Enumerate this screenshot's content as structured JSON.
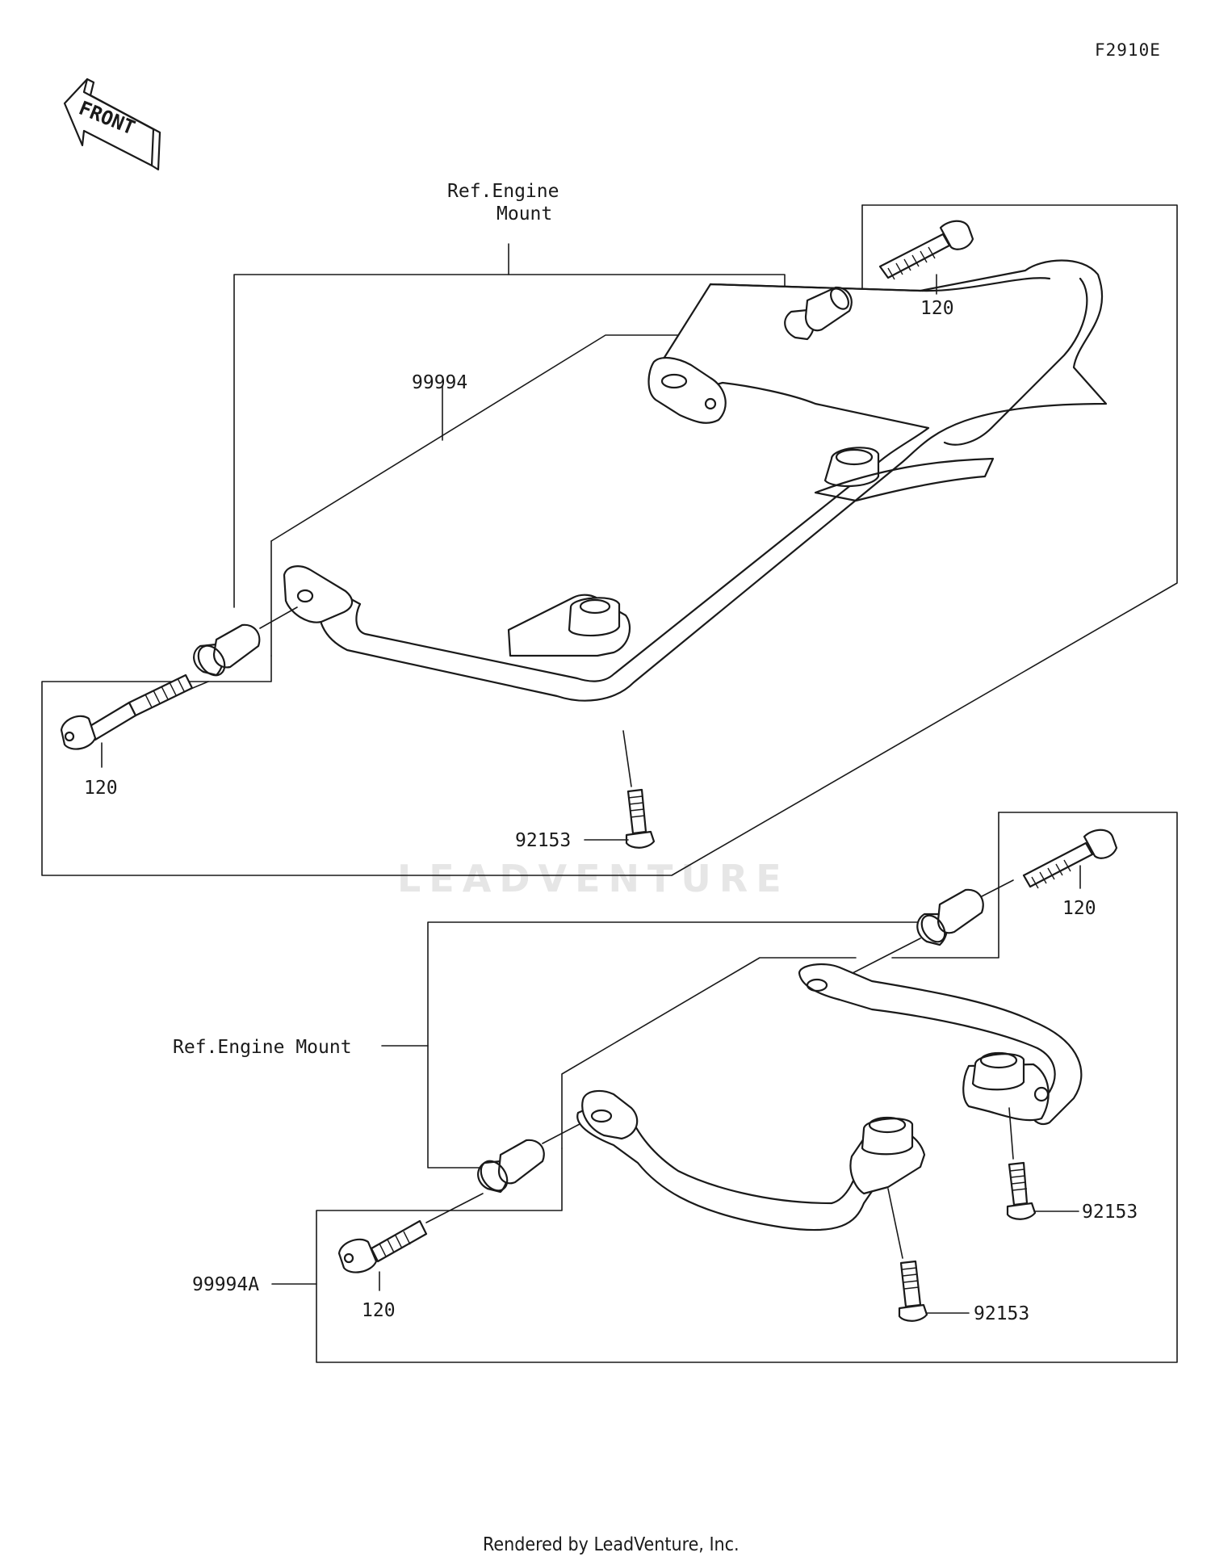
{
  "diagram": {
    "code": "F2910E",
    "front_label": "FRONT",
    "watermark": "LEADVENTURE",
    "footer": "Rendered by LeadVenture, Inc.",
    "labels": {
      "upper_ref": "Ref.Engine\nMount",
      "upper_assy": "99994",
      "upper_bolt_right": "120",
      "upper_bolt_left": "120",
      "upper_pin": "92153",
      "lower_ref": "Ref.Engine Mount",
      "lower_assy": "99994A",
      "lower_bolt_right": "120",
      "lower_bolt_left": "120",
      "lower_pin_right": "92153",
      "lower_pin_mid": "92153"
    }
  }
}
